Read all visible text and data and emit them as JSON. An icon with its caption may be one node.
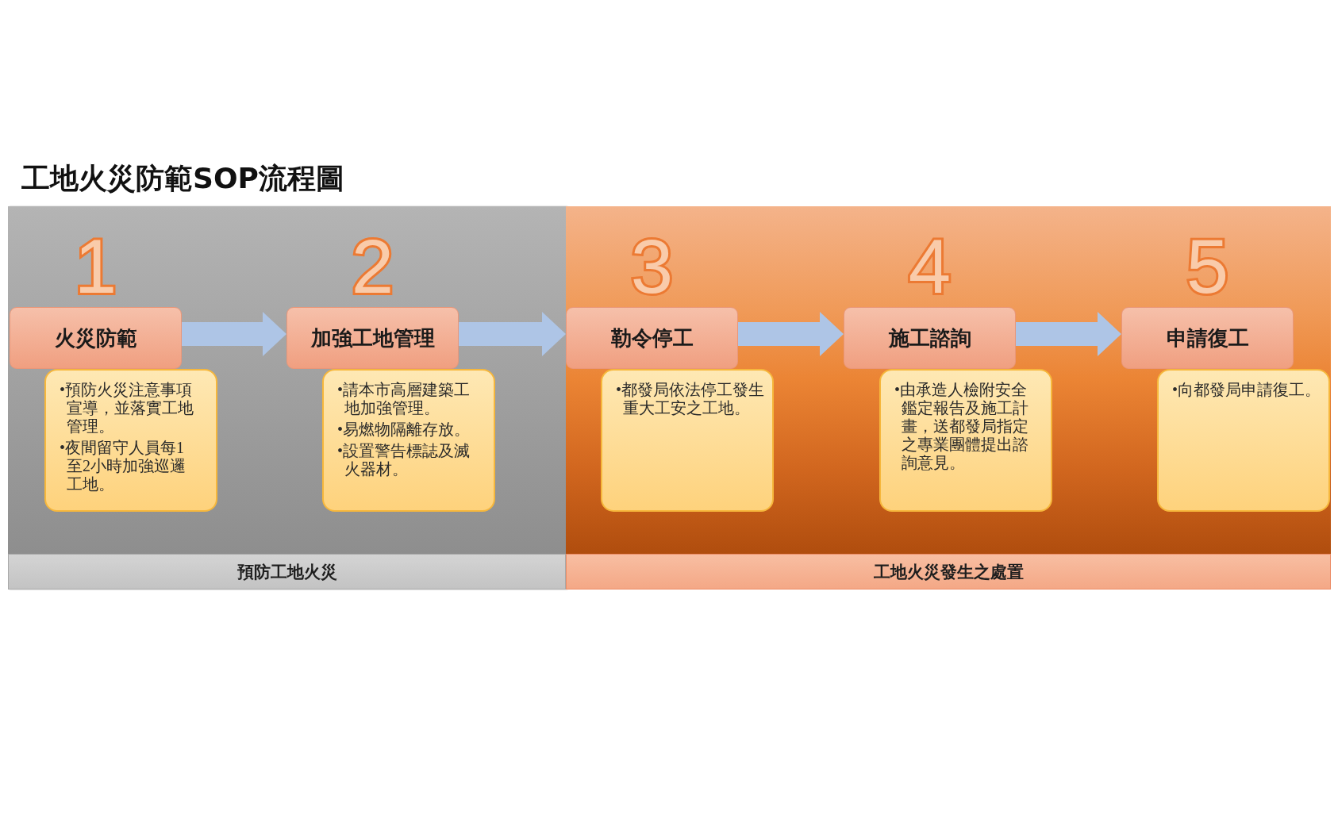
{
  "diagram": {
    "title": "工地火災防範SOP流程圖",
    "nodes": [
      {
        "text": [
          "預防工地火災"
        ]
      },
      {
        "text": [
          "火災防範"
        ],
        "in": 0,
        "beside": [
          "1"
        ]
      },
      {
        "text": [
          "•預防火災注意事項宣導，並落實工地管理。",
          "•夜間留守人員每1至2小時加強巡邏工地。"
        ],
        "in": 0
      },
      {
        "text": [
          "加強工地管理"
        ],
        "in": 0,
        "beside": [
          "2"
        ]
      },
      {
        "text": [
          "•請本市高層建築工地加強管理。",
          "•易燃物隔離存放。",
          "•設置警告標誌及滅火器材。"
        ],
        "in": 0
      },
      {
        "text": [
          "工地火災發生之處置"
        ]
      },
      {
        "text": [
          "勒令停工"
        ],
        "in": 5,
        "beside": [
          "3"
        ]
      },
      {
        "text": [
          "•都發局依法停工發生重大工安之工地。"
        ],
        "in": 5
      },
      {
        "text": [
          "施工諮詢"
        ],
        "in": 5,
        "beside": [
          "4"
        ]
      },
      {
        "text": [
          "•由承造人檢附安全鑑定報告及施工計畫，送都發局指定之專業團體提出諮詢意見。"
        ],
        "in": 5
      },
      {
        "text": [
          "申請復工"
        ],
        "in": 5,
        "beside": [
          "5"
        ]
      },
      {
        "text": [
          "•向都發局申請復工。"
        ],
        "in": 5
      }
    ],
    "edges": [
      {
        "from": 1,
        "to": 3,
        "arrow": "to"
      },
      {
        "from": 3,
        "to": 6,
        "arrow": "to"
      },
      {
        "from": 6,
        "to": 8,
        "arrow": "to"
      },
      {
        "from": 8,
        "to": 10,
        "arrow": "to"
      }
    ]
  }
}
